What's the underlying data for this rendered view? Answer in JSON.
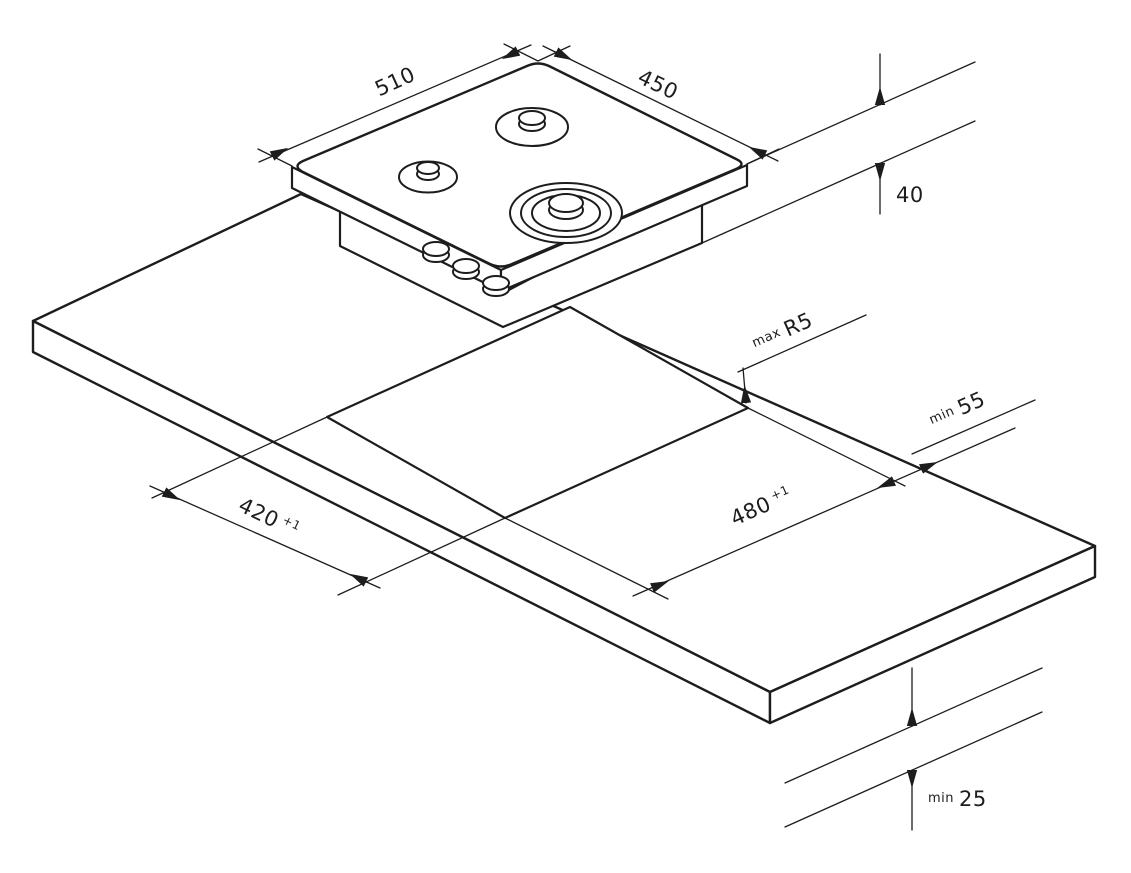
{
  "diagram": {
    "type": "installation-drawing",
    "subject": "built-in gas hob worktop cutout dimensions",
    "background": "#ffffff",
    "line_color": "#1d1d1b",
    "labels": {
      "hob_width": "510",
      "hob_depth": "450",
      "hob_height": "40",
      "corner_radius_qualifier": "max",
      "corner_radius": "R5",
      "rear_clearance_qualifier": "min",
      "rear_clearance": "55",
      "cutout_length": "480",
      "cutout_length_tolerance": "+1",
      "cutout_width": "420",
      "cutout_width_tolerance": "+1",
      "bottom_clearance_qualifier": "min",
      "bottom_clearance": "25"
    }
  }
}
